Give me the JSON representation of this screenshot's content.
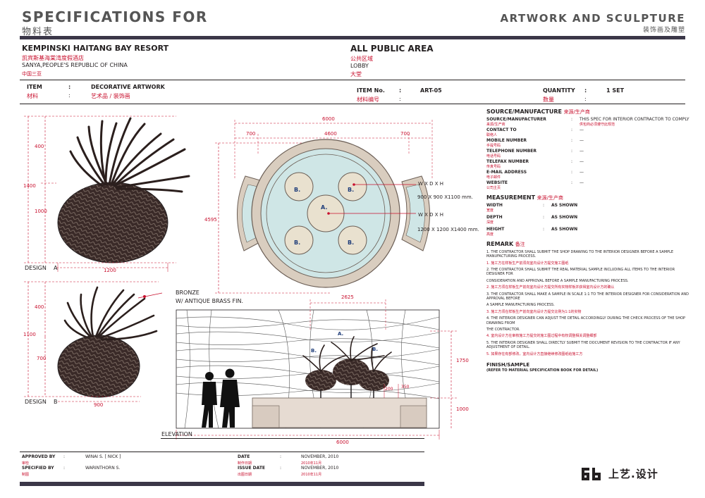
{
  "header": {
    "title": "SPECIFICATIONS FOR",
    "title_cn": "物料表",
    "category": "ARTWORK AND SCULPTURE",
    "category_cn": "装饰画及雕塑"
  },
  "project": {
    "name": "KEMPINSKI HAITANG BAY RESORT",
    "name_cn": "凯宾斯基海棠湾度假酒店",
    "location": "SANYA,PEOPLE'S REPUBLIC OF CHINA",
    "location_cn": "中国三亚"
  },
  "area": {
    "name": "ALL PUBLIC AREA",
    "name_cn": "公共区域",
    "sub": "LOBBY",
    "sub_cn": "大堂"
  },
  "item": {
    "label": "ITEM",
    "label_cn": "材料",
    "value": "DECORATIVE ARTWORK",
    "value_cn": "艺术品 / 装饰画",
    "no_label": "ITEM No.",
    "no_label_cn": "材料编号",
    "no_value": "ART-05",
    "qty_label": "QUANTITY",
    "qty_label_cn": "数量",
    "qty_value": "1 SET"
  },
  "drawings": {
    "design_a": "DESIGN",
    "design_a_letter": "A",
    "design_b": "DESIGN",
    "design_b_letter": "B",
    "a_height_total": "1400",
    "a_height_top": "400",
    "a_height_bottom": "1000",
    "a_width": "1200",
    "b_height_total": "1100",
    "b_height_top": "400",
    "b_height_bottom": "700",
    "b_width": "900",
    "material_1": "BRONZE",
    "material_2": "W/ ANTIQUE BRASS FIN.",
    "plan_width": "6000",
    "plan_left": "700",
    "plan_mid": "4600",
    "plan_right": "700",
    "plan_depth": "4595",
    "label_a": "A.",
    "label_b": "B.",
    "wdh_1": "W X D X H",
    "dim_b": "900 X  900 X1100 mm.",
    "wdh_2": "W X D X H",
    "dim_a": "1200 X  1200 X1400 mm.",
    "elev_span": "2625",
    "elev_height": "1750",
    "elev_base": "1000",
    "elev_200": "200",
    "elev_350": "350",
    "elev_width": "6000",
    "elevation": "ELEVATION"
  },
  "source": {
    "heading": "SOURCE/MANUFACTURE",
    "heading_cn": "来源/生产商",
    "rows": [
      {
        "k": "SOURCE/MANUFACTURER",
        "k_cn": "来源/生产商",
        "v": "THIS SPEC FOR INTERIOR CONTRACTOR TO COMPLY",
        "v_cn": "供包商必须遵守此规范"
      },
      {
        "k": "CONTACT TO",
        "k_cn": "联络人",
        "v": "—",
        "v_cn": ""
      },
      {
        "k": "MOBILE NUMBER",
        "k_cn": "手提号码",
        "v": "—",
        "v_cn": ""
      },
      {
        "k": "TELEPHONE NUMBER",
        "k_cn": "电话号码",
        "v": "—",
        "v_cn": ""
      },
      {
        "k": "TELEFAX NUMBER",
        "k_cn": "传真号码",
        "v": "—",
        "v_cn": ""
      },
      {
        "k": "E-MAIL ADDRESS",
        "k_cn": "电子邮件",
        "v": "—",
        "v_cn": ""
      },
      {
        "k": "WEBSITE",
        "k_cn": "公司主页",
        "v": "—",
        "v_cn": ""
      }
    ]
  },
  "measurement": {
    "heading": "MEASUREMENT",
    "heading_cn": "来源/生产商",
    "rows": [
      {
        "k": "WIDTH",
        "k_cn": "宽度",
        "v": "AS SHOWN"
      },
      {
        "k": "DEPTH",
        "k_cn": "深度",
        "v": "AS SHOWN"
      },
      {
        "k": "HEIGHT",
        "k_cn": "高度",
        "v": "AS SHOWN"
      }
    ]
  },
  "remark": {
    "heading": "REMARK",
    "heading_cn": "备注",
    "lines": [
      {
        "t": "1. THE CONTRACTOR SHALL SUBMIT THE SHOP DRAWING TO THE INTERIOR DESIGNER BEFORE A SAMPLE MANUFACTURING PROCESS.",
        "cn": false
      },
      {
        "t": "1. 施工方在样板生产前须向室内设计方提交施工图纸",
        "cn": true
      },
      {
        "t": "2. THE CONTRACTOR SHALL SUBMIT THE REAL MATERIAL SAMPLE INCLUDING ALL ITEMS TO THE INTERIOR DESIGNER FOR",
        "cn": false
      },
      {
        "t": "CONSIDERATION AND APPROVAL BEFORE A SAMPLE MANUFACTURING PROCESS.",
        "cn": false
      },
      {
        "t": "2. 施工方须在样板生产前向室内设计方提交所有实物样板并获得室内设计方的确认",
        "cn": true
      },
      {
        "t": "3. THE CONTRACTOR SHALL MAKE A SAMPLE IN SCALE 1:1 TO THE INTERIOR DESIGNER FOR CONSIDERATION AND APPROVAL BEFORE",
        "cn": false
      },
      {
        "t": "A SAMPLE MANUFACTURING PROCESS.",
        "cn": false
      },
      {
        "t": "3. 施工方须在样板生产前向室内设计方提交比例为1:1的实物",
        "cn": true
      },
      {
        "t": "4. THE INTERIOR DESIGNER CAN ADJUST THE DETAIL ACCORDINGLY DURING THE CHECK PROCESS OF THE SHOP DRAWING FROM",
        "cn": false
      },
      {
        "t": "THE CONTRACTOR.",
        "cn": false
      },
      {
        "t": "4. 室内设计方在审核施工方提交的施工图过程中有权调整相关调整细部",
        "cn": true
      },
      {
        "t": "5. THE INTERIOR DESIGNER SHALL DIRECTLY SUBMIT THE DOCUMENT REVISION TO THE CONTRACTOR IF ANY ADJUSTMENT OF DETAIL.",
        "cn": false
      },
      {
        "t": "5. 如果存在有部修改，室内设计方直接继续修改图纸给施工方",
        "cn": true
      }
    ]
  },
  "finish": {
    "heading": "FINISH/SAMPLE",
    "note": "(REFER TO MATERIAL SPECIFICATION BOOK FOR DETAIL)"
  },
  "footer": {
    "approved_by": "APPROVED BY",
    "approved_by_cn": "审检",
    "approved_name": "WINAI S. [ NICK ]",
    "specified_by": "SPECIFIED BY",
    "specified_by_cn": "制图",
    "specified_name": "WARINTHORN S.",
    "date": "DATE",
    "date_cn": "制作日期",
    "date_value": "NOVEMBER, 2010",
    "date_value_cn": "2010年11月",
    "issue_date": "ISSUE DATE",
    "issue_date_cn": "出图日期",
    "issue_value": "NOVEMBER, 2010",
    "issue_value_cn": "2010年11月",
    "colon": ":"
  },
  "logo": {
    "text": "上艺.设计"
  },
  "colors": {
    "bar": "#3b3748",
    "dim_red": "#c8102e",
    "plan_teal": "#cfe6e6",
    "plan_tan": "#d9cdbf",
    "sculpture": "#3a2a28"
  }
}
